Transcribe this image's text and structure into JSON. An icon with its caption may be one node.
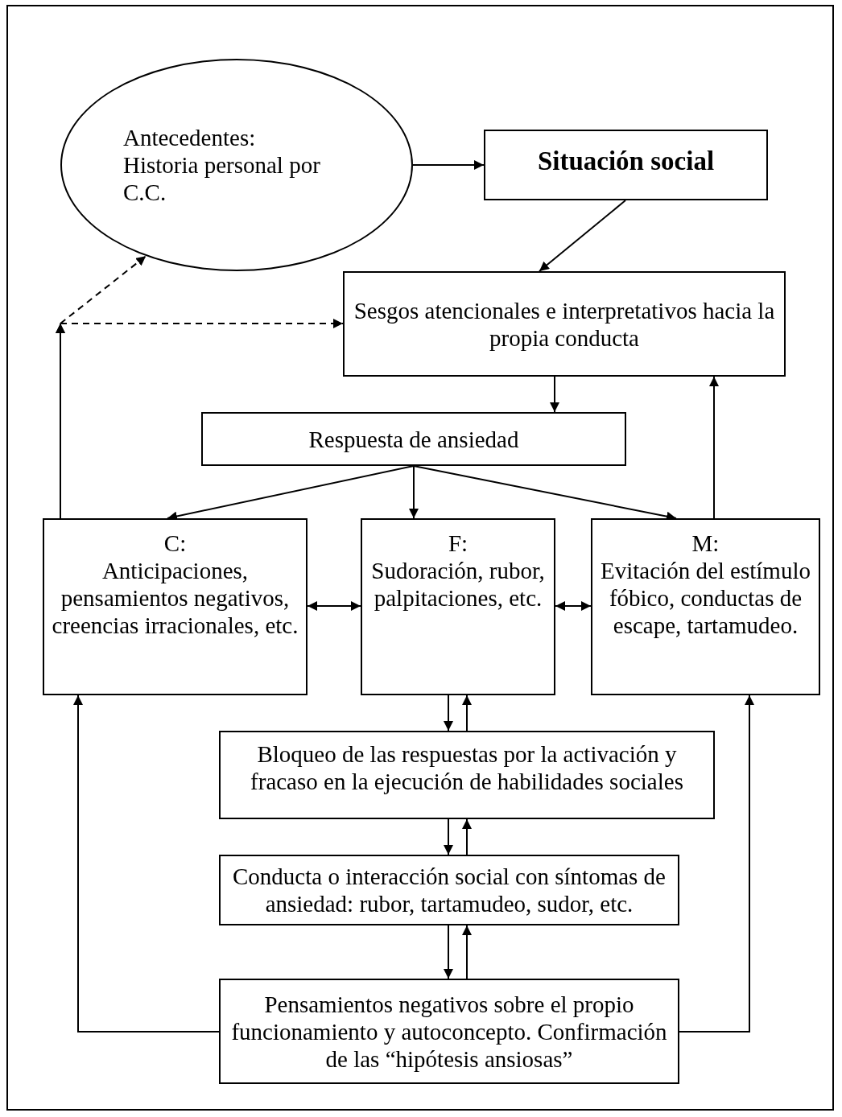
{
  "diagram": {
    "nodes": [
      {
        "text": [
          "Antecedentes: Historia personal por C.C."
        ]
      },
      {
        "text": [
          "Situación social"
        ]
      },
      {
        "text": [
          "Sesgos atencionales e interpretativos hacia la propia conducta"
        ]
      },
      {
        "text": [
          "Respuesta de ansiedad"
        ]
      },
      {
        "text": [
          "C:",
          "Anticipaciones, pensamientos negativos, creencias irracionales, etc."
        ]
      },
      {
        "text": [
          "F:",
          "Sudoración, rubor, palpitaciones, etc."
        ]
      },
      {
        "text": [
          "M:",
          "Evitación del estímulo fóbico, conductas de escape, tartamudeo."
        ]
      },
      {
        "text": [
          "Bloqueo de las respuestas por la activación y fracaso en la ejecución de habilidades sociales"
        ]
      },
      {
        "text": [
          "Conducta o interacción social con síntomas de ansiedad: rubor, tartamudeo, sudor, etc."
        ]
      },
      {
        "text": [
          "Pensamientos negativos sobre el propio funcionamiento y autoconcepto. Confirmación de las “hipótesis ansiosas”"
        ]
      }
    ],
    "edges": [
      {
        "from": 0,
        "to": 1,
        "arrow": "to"
      },
      {
        "from": 1,
        "to": 2,
        "arrow": "to"
      },
      {
        "from": 2,
        "to": 3,
        "arrow": "to"
      },
      {
        "from": 3,
        "to": 4,
        "arrow": "to"
      },
      {
        "from": 3,
        "to": 5,
        "arrow": "to"
      },
      {
        "from": 3,
        "to": 6,
        "arrow": "to"
      },
      {
        "from": 4,
        "to": 5,
        "arrow": "both"
      },
      {
        "from": 5,
        "to": 6,
        "arrow": "both"
      },
      {
        "from": 6,
        "to": 2,
        "arrow": "to"
      },
      {
        "from": 4,
        "to": 0,
        "arrow": "to",
        "style": "dashed"
      },
      {
        "from": 4,
        "to": 2,
        "arrow": "to",
        "style": "dashed"
      },
      {
        "from": 5,
        "to": 7,
        "arrow": "to"
      },
      {
        "from": 7,
        "to": 5,
        "arrow": "to"
      },
      {
        "from": 7,
        "to": 8,
        "arrow": "to"
      },
      {
        "from": 8,
        "to": 7,
        "arrow": "to"
      },
      {
        "from": 8,
        "to": 9,
        "arrow": "to"
      },
      {
        "from": 9,
        "to": 8,
        "arrow": "to"
      },
      {
        "from": 9,
        "to": 4,
        "arrow": "to"
      },
      {
        "from": 9,
        "to": 6,
        "arrow": "to"
      }
    ]
  }
}
